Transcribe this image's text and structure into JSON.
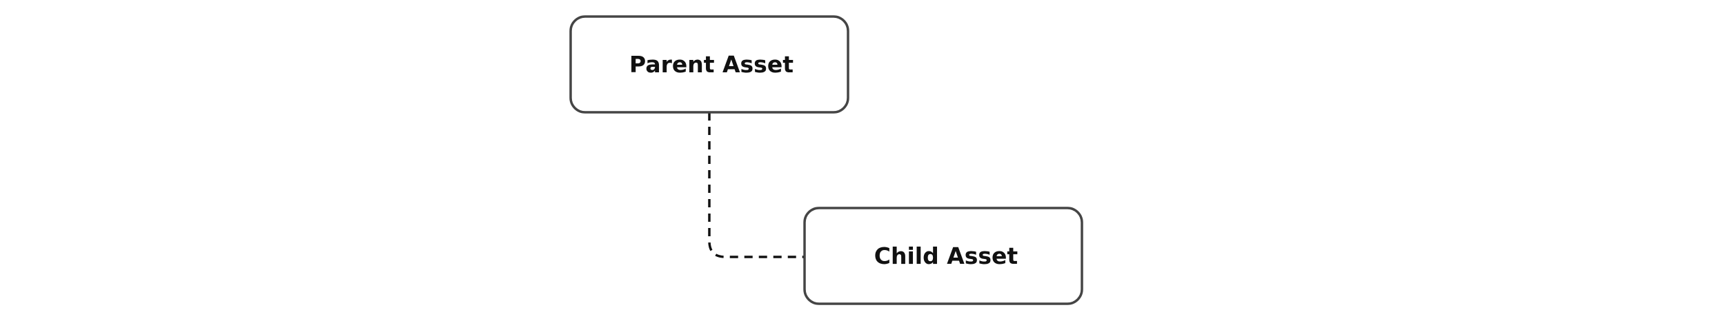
{
  "nodes": {
    "parent": {
      "label": "Parent Asset"
    },
    "child": {
      "label": "Child Asset"
    }
  },
  "edges": [
    {
      "from": "parent",
      "to": "child",
      "style": "dashed"
    }
  ],
  "colors": {
    "background": "#ffffff",
    "node_border": "#454545",
    "node_fill": "#ffffff",
    "text": "#111111",
    "connector": "#111111"
  }
}
